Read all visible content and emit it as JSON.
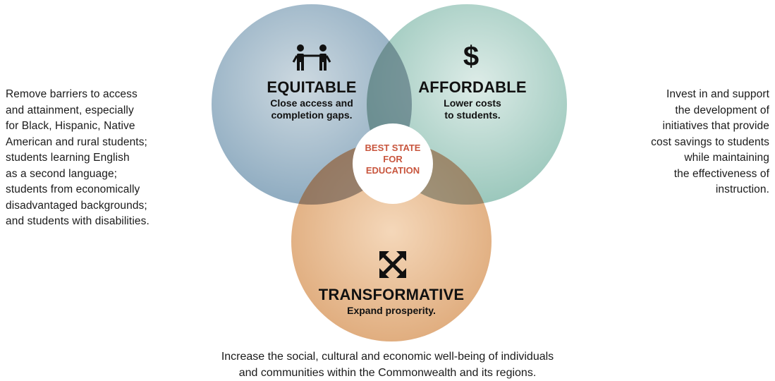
{
  "left_description": "Remove barriers to access\nand attainment, especially\nfor Black, Hispanic, Native\nAmerican and rural students;\nstudents learning English\nas a second language;\nstudents from economically\ndisadvantaged backgrounds;\nand students with disabilities.",
  "right_description": "Invest in and support\nthe development of\ninitiatives that provide\ncost savings to students\nwhile maintaining\nthe effectiveness of\ninstruction.",
  "bottom_description": "Increase the social, cultural and economic well-being of individuals\nand communities within the Commonwealth and its regions.",
  "center_label": "BEST STATE\nFOR\nEDUCATION",
  "circles": [
    {
      "title": "EQUITABLE",
      "subtitle": "Close access and\ncompletion gaps.",
      "icon": "people-icon",
      "color": "#8fb0c8"
    },
    {
      "title": "AFFORDABLE",
      "subtitle": "Lower costs\nto students.",
      "icon": "dollar-icon",
      "color": "#9cc9bd"
    },
    {
      "title": "TRANSFORMATIVE",
      "subtitle": "Expand prosperity.",
      "icon": "expand-arrows-icon",
      "color": "#e9b98a"
    }
  ],
  "colors": {
    "accent": "#c8553d",
    "text": "#1a1a1a"
  }
}
